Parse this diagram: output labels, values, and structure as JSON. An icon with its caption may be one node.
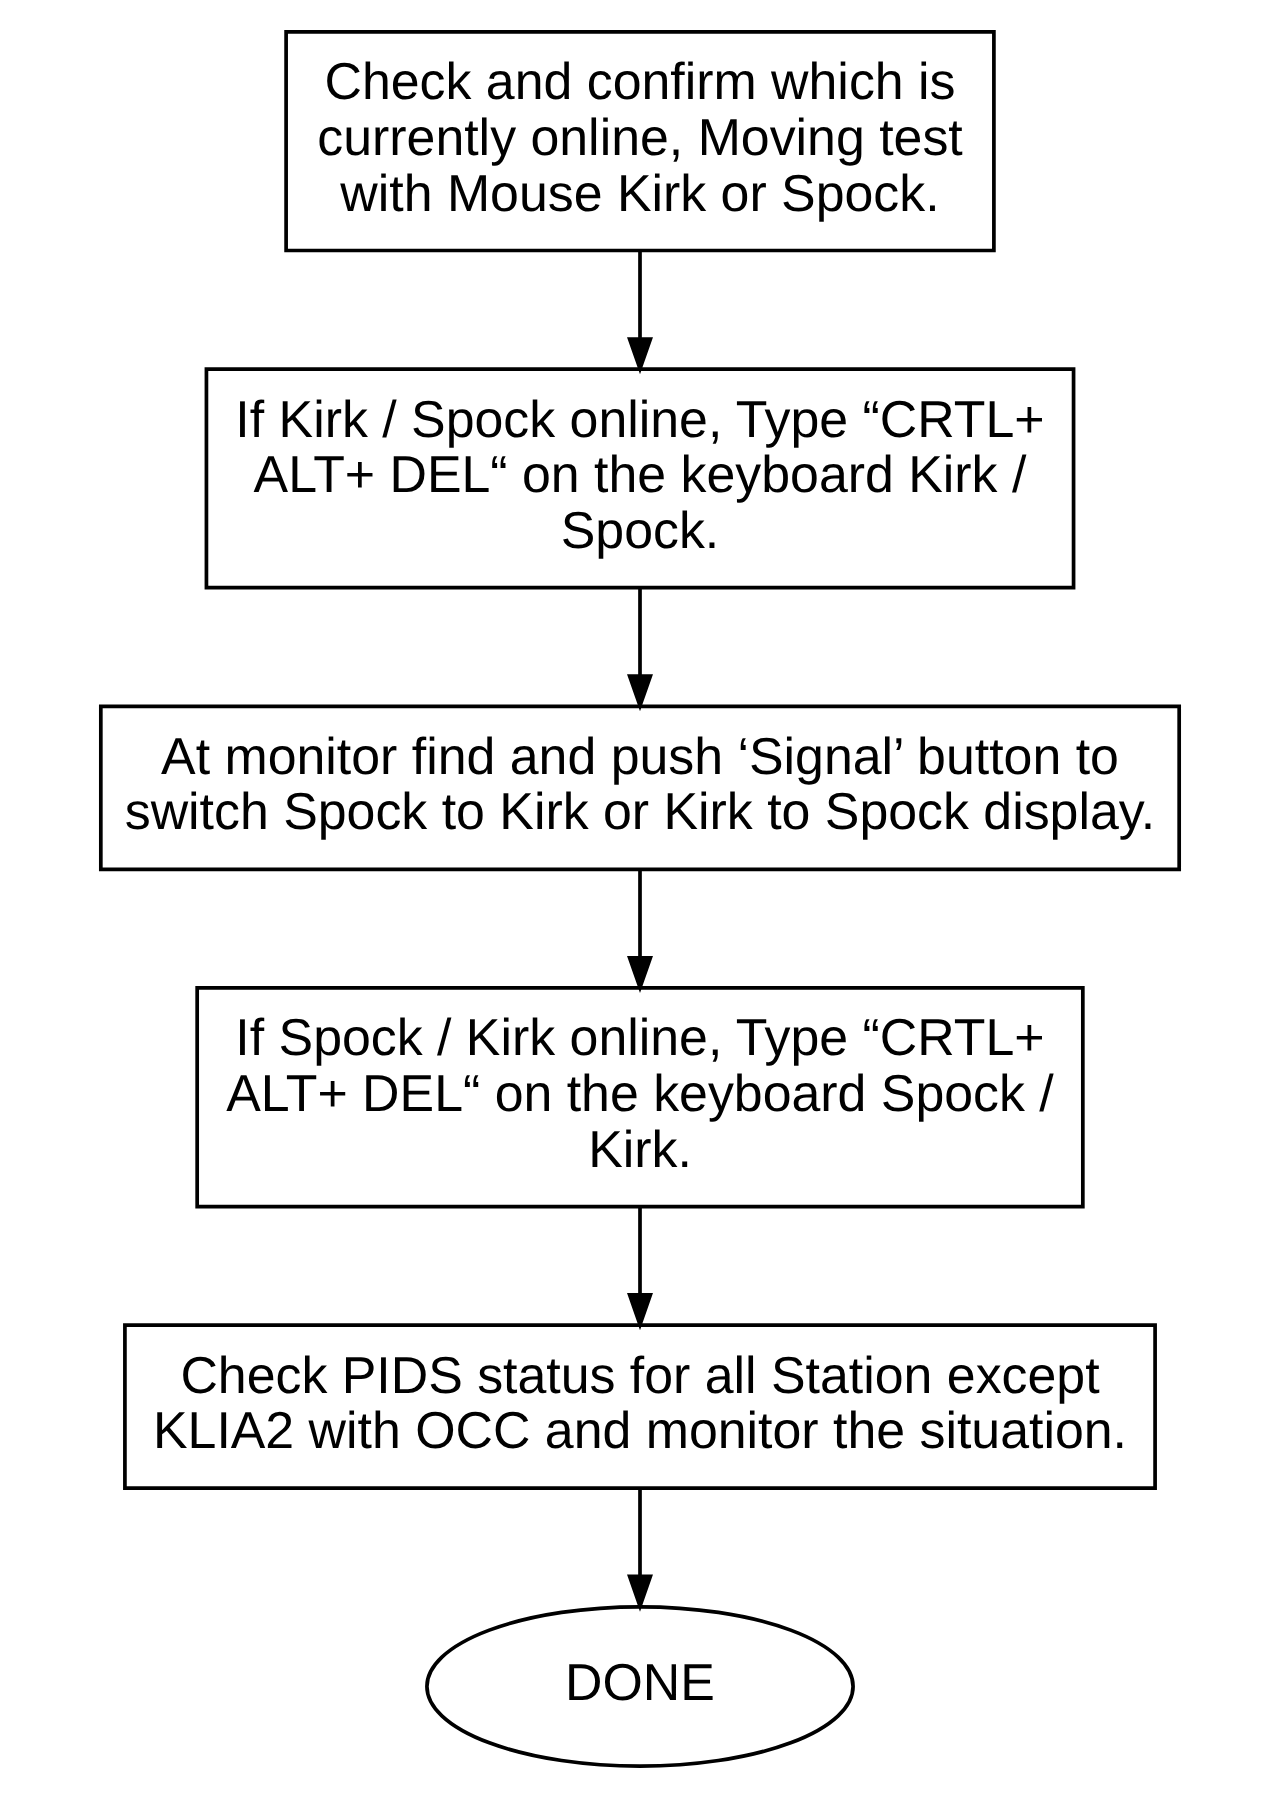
{
  "diagram": {
    "nodes": [
      {
        "text": [
          "Check and confirm which is currently online, Moving test with Mouse Kirk or Spock."
        ]
      },
      {
        "text": [
          "If Kirk / Spock online, Type “CRTL+ ALT+ DEL“ on the keyboard Kirk / Spock."
        ]
      },
      {
        "text": [
          "At monitor find and push ‘Signal’ button to switch Spock to Kirk or Kirk to Spock display."
        ]
      },
      {
        "text": [
          "If Spock / Kirk online, Type “CRTL+ ALT+ DEL“ on the keyboard Spock / Kirk."
        ]
      },
      {
        "text": [
          "Check PIDS status for all Station except KLIA2 with OCC and monitor the situation."
        ]
      },
      {
        "text": [
          "DONE"
        ]
      }
    ],
    "edges": [
      {
        "from": 0,
        "to": 1,
        "arrow": "to"
      },
      {
        "from": 1,
        "to": 2,
        "arrow": "to"
      },
      {
        "from": 2,
        "to": 3,
        "arrow": "to"
      },
      {
        "from": 3,
        "to": 4,
        "arrow": "to"
      },
      {
        "from": 4,
        "to": 5,
        "arrow": "to"
      }
    ]
  }
}
